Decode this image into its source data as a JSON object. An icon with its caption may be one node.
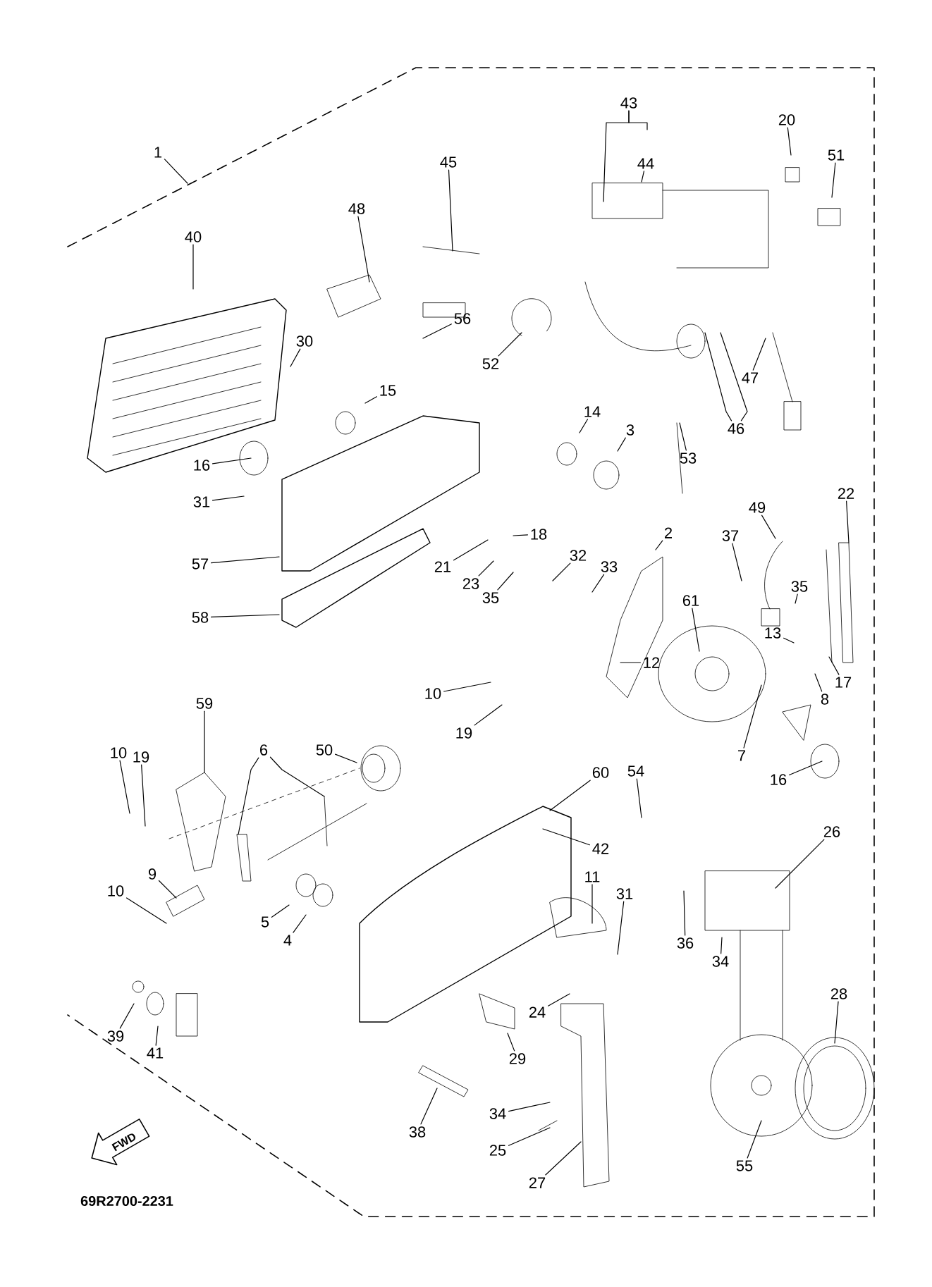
{
  "diagram": {
    "nodes": [
      {
        "text": [
          "1"
        ]
      },
      {
        "text": [
          "43"
        ]
      },
      {
        "text": [
          "44"
        ]
      },
      {
        "text": [
          "45"
        ]
      },
      {
        "text": [
          "20"
        ]
      },
      {
        "text": [
          "51"
        ]
      },
      {
        "text": [
          "48"
        ]
      },
      {
        "text": [
          "40"
        ]
      },
      {
        "text": [
          "56"
        ]
      },
      {
        "text": [
          "30"
        ]
      },
      {
        "text": [
          "52"
        ]
      },
      {
        "text": [
          "47"
        ]
      },
      {
        "text": [
          "15"
        ]
      },
      {
        "text": [
          "46"
        ]
      },
      {
        "text": [
          "14"
        ]
      },
      {
        "text": [
          "3"
        ]
      },
      {
        "text": [
          "53"
        ]
      },
      {
        "text": [
          "16"
        ]
      },
      {
        "text": [
          "22"
        ]
      },
      {
        "text": [
          "31"
        ]
      },
      {
        "text": [
          "49"
        ]
      },
      {
        "text": [
          "2"
        ]
      },
      {
        "text": [
          "18"
        ]
      },
      {
        "text": [
          "37"
        ]
      },
      {
        "text": [
          "32"
        ]
      },
      {
        "text": [
          "57"
        ]
      },
      {
        "text": [
          "21"
        ]
      },
      {
        "text": [
          "33"
        ]
      },
      {
        "text": [
          "23"
        ]
      },
      {
        "text": [
          "35"
        ]
      },
      {
        "text": [
          "35"
        ]
      },
      {
        "text": [
          "61"
        ]
      },
      {
        "text": [
          "58"
        ]
      },
      {
        "text": [
          "13"
        ]
      },
      {
        "text": [
          "12"
        ]
      },
      {
        "text": [
          "17"
        ]
      },
      {
        "text": [
          "10"
        ]
      },
      {
        "text": [
          "8"
        ]
      },
      {
        "text": [
          "59"
        ]
      },
      {
        "text": [
          "19"
        ]
      },
      {
        "text": [
          "6"
        ]
      },
      {
        "text": [
          "50"
        ]
      },
      {
        "text": [
          "10"
        ]
      },
      {
        "text": [
          "19"
        ]
      },
      {
        "text": [
          "7"
        ]
      },
      {
        "text": [
          "60"
        ]
      },
      {
        "text": [
          "54"
        ]
      },
      {
        "text": [
          "16"
        ]
      },
      {
        "text": [
          "26"
        ]
      },
      {
        "text": [
          "42"
        ]
      },
      {
        "text": [
          "9"
        ]
      },
      {
        "text": [
          "11"
        ]
      },
      {
        "text": [
          "10"
        ]
      },
      {
        "text": [
          "31"
        ]
      },
      {
        "text": [
          "5"
        ]
      },
      {
        "text": [
          "4"
        ]
      },
      {
        "text": [
          "36"
        ]
      },
      {
        "text": [
          "34"
        ]
      },
      {
        "text": [
          "28"
        ]
      },
      {
        "text": [
          "24"
        ]
      },
      {
        "text": [
          "39"
        ]
      },
      {
        "text": [
          "41"
        ]
      },
      {
        "text": [
          "29"
        ]
      },
      {
        "text": [
          "34"
        ]
      },
      {
        "text": [
          "38"
        ]
      },
      {
        "text": [
          "25"
        ]
      },
      {
        "text": [
          "55"
        ]
      },
      {
        "text": [
          "27"
        ]
      }
    ],
    "edges": [
      {
        "from": 0,
        "to": null,
        "arrow": "none"
      },
      {
        "from": 1,
        "to": null,
        "arrow": "none"
      },
      {
        "from": 1,
        "to": null,
        "arrow": "none"
      },
      {
        "from": 2,
        "to": null,
        "arrow": "none"
      },
      {
        "from": 3,
        "to": null,
        "arrow": "none"
      },
      {
        "from": 4,
        "to": null,
        "arrow": "none"
      },
      {
        "from": 5,
        "to": null,
        "arrow": "none"
      },
      {
        "from": 6,
        "to": null,
        "arrow": "none"
      },
      {
        "from": 7,
        "to": null,
        "arrow": "none"
      },
      {
        "from": 8,
        "to": null,
        "arrow": "none"
      },
      {
        "from": 9,
        "to": null,
        "arrow": "none"
      },
      {
        "from": 10,
        "to": null,
        "arrow": "none"
      },
      {
        "from": 11,
        "to": null,
        "arrow": "none"
      },
      {
        "from": 12,
        "to": null,
        "arrow": "none"
      },
      {
        "from": 13,
        "to": null,
        "arrow": "none"
      },
      {
        "from": 13,
        "to": null,
        "arrow": "none"
      },
      {
        "from": 14,
        "to": null,
        "arrow": "none"
      },
      {
        "from": 15,
        "to": null,
        "arrow": "none"
      },
      {
        "from": 16,
        "to": null,
        "arrow": "none"
      },
      {
        "from": 17,
        "to": null,
        "arrow": "none"
      },
      {
        "from": 18,
        "to": null,
        "arrow": "none"
      },
      {
        "from": 19,
        "to": null,
        "arrow": "none"
      },
      {
        "from": 20,
        "to": null,
        "arrow": "none"
      },
      {
        "from": 21,
        "to": null,
        "arrow": "none"
      },
      {
        "from": 22,
        "to": null,
        "arrow": "none"
      },
      {
        "from": 23,
        "to": null,
        "arrow": "none"
      },
      {
        "from": 24,
        "to": null,
        "arrow": "none"
      },
      {
        "from": 25,
        "to": null,
        "arrow": "none"
      },
      {
        "from": 26,
        "to": null,
        "arrow": "none"
      },
      {
        "from": 27,
        "to": null,
        "arrow": "none"
      },
      {
        "from": 28,
        "to": null,
        "arrow": "none"
      },
      {
        "from": 29,
        "to": null,
        "arrow": "none"
      },
      {
        "from": 30,
        "to": null,
        "arrow": "none"
      },
      {
        "from": 31,
        "to": null,
        "arrow": "none"
      },
      {
        "from": 32,
        "to": null,
        "arrow": "none"
      },
      {
        "from": 33,
        "to": null,
        "arrow": "none"
      },
      {
        "from": 34,
        "to": null,
        "arrow": "none"
      },
      {
        "from": 35,
        "to": null,
        "arrow": "none"
      },
      {
        "from": 36,
        "to": null,
        "arrow": "none"
      },
      {
        "from": 37,
        "to": null,
        "arrow": "none"
      },
      {
        "from": 38,
        "to": null,
        "arrow": "none"
      },
      {
        "from": 39,
        "to": null,
        "arrow": "none"
      },
      {
        "from": 40,
        "to": null,
        "arrow": "none"
      },
      {
        "from": 40,
        "to": null,
        "arrow": "none"
      },
      {
        "from": 41,
        "to": null,
        "arrow": "none"
      },
      {
        "from": 42,
        "to": null,
        "arrow": "none"
      },
      {
        "from": 43,
        "to": null,
        "arrow": "none"
      },
      {
        "from": 44,
        "to": null,
        "arrow": "none"
      },
      {
        "from": 45,
        "to": null,
        "arrow": "none"
      },
      {
        "from": 46,
        "to": null,
        "arrow": "none"
      },
      {
        "from": 47,
        "to": null,
        "arrow": "none"
      },
      {
        "from": 48,
        "to": null,
        "arrow": "none"
      },
      {
        "from": 49,
        "to": null,
        "arrow": "none"
      },
      {
        "from": 50,
        "to": null,
        "arrow": "none"
      },
      {
        "from": 51,
        "to": null,
        "arrow": "none"
      },
      {
        "from": 52,
        "to": null,
        "arrow": "none"
      },
      {
        "from": 53,
        "to": null,
        "arrow": "none"
      },
      {
        "from": 54,
        "to": null,
        "arrow": "none"
      },
      {
        "from": 55,
        "to": null,
        "arrow": "none"
      },
      {
        "from": 56,
        "to": null,
        "arrow": "none"
      },
      {
        "from": 57,
        "to": null,
        "arrow": "none"
      },
      {
        "from": 58,
        "to": null,
        "arrow": "none"
      },
      {
        "from": 59,
        "to": null,
        "arrow": "none"
      },
      {
        "from": 60,
        "to": null,
        "arrow": "none"
      },
      {
        "from": 61,
        "to": null,
        "arrow": "none"
      },
      {
        "from": 62,
        "to": null,
        "arrow": "none"
      },
      {
        "from": 63,
        "to": null,
        "arrow": "none"
      },
      {
        "from": 64,
        "to": null,
        "arrow": "none"
      },
      {
        "from": 65,
        "to": null,
        "arrow": "none"
      },
      {
        "from": 66,
        "to": null,
        "arrow": "none"
      },
      {
        "from": 67,
        "to": null,
        "arrow": "none"
      }
    ],
    "labels": [
      "FWD",
      "69R2700-2231"
    ]
  }
}
